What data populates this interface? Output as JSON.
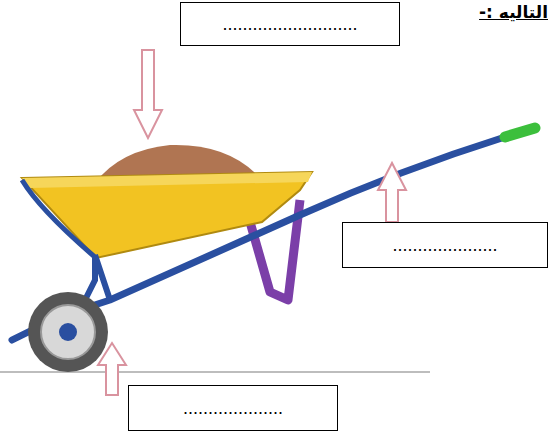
{
  "diagram": {
    "title": "التاليه :-",
    "nodes": [
      {
        "text": [
          "..........................."
        ]
      },
      {
        "text": [
          "....................."
        ]
      },
      {
        "text": [
          "...................."
        ]
      }
    ]
  }
}
